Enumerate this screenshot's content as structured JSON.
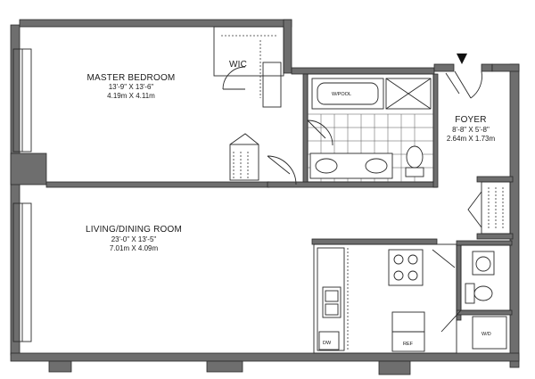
{
  "rooms": {
    "master_bedroom": {
      "name": "MASTER BEDROOM",
      "dim_imperial": "13'-9\" X 13'-6\"",
      "dim_metric": "4.19m X 4.11m"
    },
    "wic": {
      "name": "WIC"
    },
    "foyer": {
      "name": "FOYER",
      "dim_imperial": "8'-8\" X 5'-8\"",
      "dim_metric": "2.64m X 1.73m"
    },
    "living_dining": {
      "name": "LIVING/DINING ROOM",
      "dim_imperial": "23'-0\" X 13'-5\"",
      "dim_metric": "7.01m X 4.09m"
    }
  },
  "fixtures": {
    "tub": "W/POOL",
    "dishwasher": "DW",
    "refrigerator": "REF",
    "washer_dryer": "W/D"
  },
  "colors": {
    "wall": "#6e6e6e",
    "line": "#2a2a2a",
    "background": "#ffffff"
  }
}
